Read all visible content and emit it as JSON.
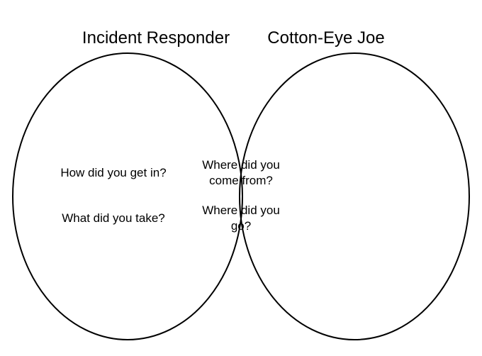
{
  "sets": [
    {
      "title": "Incident Responder"
    },
    {
      "title": "Cotton-Eye Joe"
    }
  ],
  "regions": {
    "left_only": [
      "How did you get in?",
      "What did you take?"
    ],
    "intersection": [
      {
        "line1": "Where did you",
        "line2": "come from?"
      },
      {
        "line1": "Where did you",
        "line2": "go?"
      }
    ],
    "right_only": []
  },
  "colors": {
    "stroke": "#000000",
    "background": "#ffffff",
    "text": "#000000"
  }
}
